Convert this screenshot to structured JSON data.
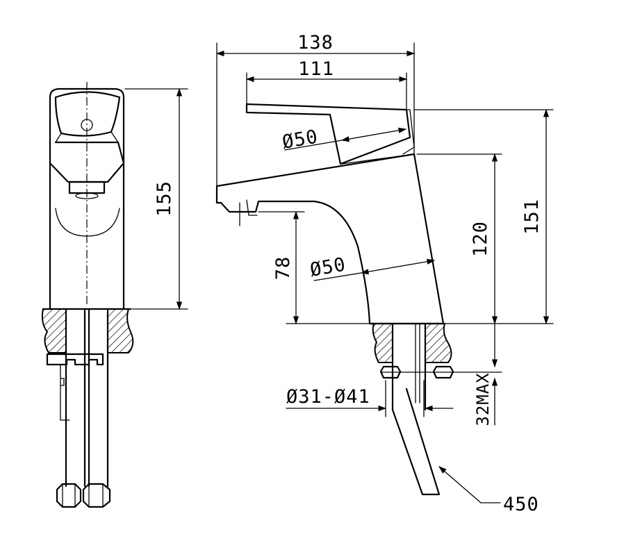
{
  "dimensions": {
    "overall_length": "138",
    "lever_length": "111",
    "lever_diameter": "Ø50",
    "body_diameter": "Ø50",
    "front_height": "155",
    "total_height": "151",
    "body_height": "120",
    "spout_height": "78",
    "hole_diameter": "Ø31-Ø41",
    "max_thickness": "32MAX",
    "hose_length": "450"
  }
}
